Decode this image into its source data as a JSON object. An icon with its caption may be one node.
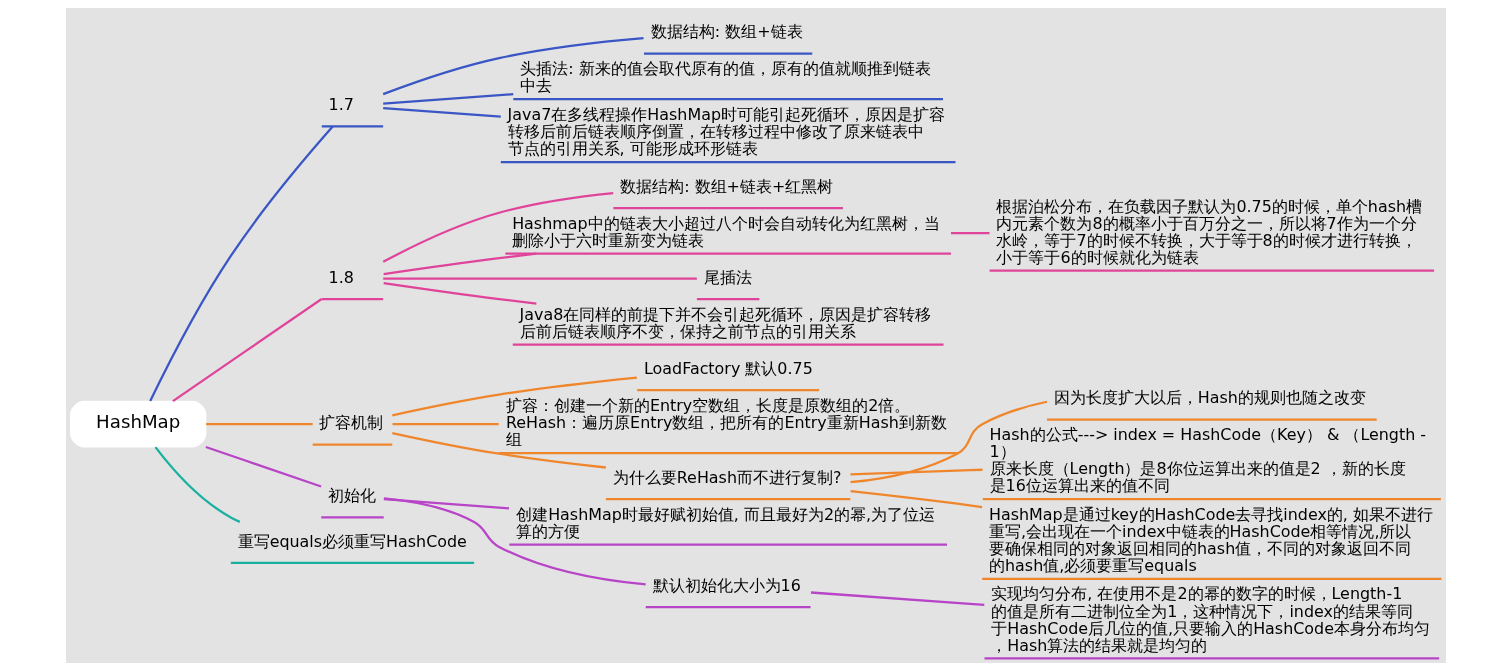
{
  "diagram": {
    "nodes": [
      {
        "text": [
          "HashMap"
        ]
      },
      {
        "text": [
          "1.7"
        ]
      },
      {
        "text": [
          "数据结构: 数组+链表"
        ]
      },
      {
        "text": [
          "头插法: 新来的值会取代原有的值，原有的值就顺推到链表中去"
        ]
      },
      {
        "text": [
          "Java7在多线程操作HashMap时可能引起死循环，原因是扩容转移后前后链表顺序倒置，在转移过程中修改了原来链表中节点的引用关系, 可能形成环形链表"
        ]
      },
      {
        "text": [
          "1.8"
        ]
      },
      {
        "text": [
          "数据结构: 数组+链表+红黑树"
        ]
      },
      {
        "text": [
          "Hashmap中的链表大小超过八个时会自动转化为红黑树，当删除小于六时重新变为链表"
        ]
      },
      {
        "text": [
          "根据泊松分布，在负载因子默认为0.75的时候，单个hash槽内元素个数为8的概率小于百万分之一，所以将7作为一个分水岭，等于7的时候不转换，大于等于8的时候才进行转换，小于等于6的时候就化为链表"
        ]
      },
      {
        "text": [
          "尾插法"
        ]
      },
      {
        "text": [
          "Java8在同样的前提下并不会引起死循环，原因是扩容转移后前后链表顺序不变，保持之前节点的引用关系"
        ]
      },
      {
        "text": [
          "扩容机制"
        ]
      },
      {
        "text": [
          "LoadFactory 默认0.75"
        ]
      },
      {
        "text": [
          "扩容：创建一个新的Entry空数组，长度是原数组的2倍。",
          "ReHash：遍历原Entry数组，把所有的Entry重新Hash到新数组"
        ]
      },
      {
        "text": [
          "为什么要ReHash而不进行复制?"
        ]
      },
      {
        "text": [
          "因为长度扩大以后，Hash的规则也随之改变"
        ]
      },
      {
        "text": [
          "Hash的公式---> index = HashCode（Key） & （Length - 1）",
          "原来长度（Length）是8你位运算出来的值是2 ，新的长度是16位运算出来的值不同"
        ]
      },
      {
        "text": [
          "HashMap是通过key的HashCode去寻找index的, 如果不进行重写,会出现在一个index中链表的HashCode相等情况,所以要确保相同的对象返回相同的hash值，不同的对象返回不同的hash值,必须要重写equals"
        ]
      },
      {
        "text": [
          "初始化"
        ]
      },
      {
        "text": [
          "创建HashMap时最好赋初始值, 而且最好为2的幂,为了位运算的方便"
        ]
      },
      {
        "text": [
          "默认初始化大小为16"
        ]
      },
      {
        "text": [
          "实现均匀分布, 在使用不是2的幂的数字的时候，Length-1的值是所有二进制位全为1，这种情况下，index的结果等同于HashCode后几位的值,只要输入的HashCode本身分布均匀，Hash算法的结果就是均匀的"
        ]
      },
      {
        "text": [
          "重写equals必须重写HashCode"
        ]
      }
    ],
    "edges": [
      {
        "from": 0,
        "to": 1,
        "arrow": "none",
        "color": "#3a56c5"
      },
      {
        "from": 1,
        "to": 2,
        "arrow": "none",
        "color": "#3a56c5"
      },
      {
        "from": 1,
        "to": 3,
        "arrow": "none",
        "color": "#3a56c5"
      },
      {
        "from": 1,
        "to": 4,
        "arrow": "none",
        "color": "#3a56c5"
      },
      {
        "from": 0,
        "to": 5,
        "arrow": "none",
        "color": "#e0449a"
      },
      {
        "from": 5,
        "to": 6,
        "arrow": "none",
        "color": "#e0449a"
      },
      {
        "from": 5,
        "to": 7,
        "arrow": "none",
        "color": "#e0449a"
      },
      {
        "from": 7,
        "to": 8,
        "arrow": "none",
        "color": "#e0449a"
      },
      {
        "from": 5,
        "to": 9,
        "arrow": "none",
        "color": "#e0449a"
      },
      {
        "from": 5,
        "to": 10,
        "arrow": "none",
        "color": "#e0449a"
      },
      {
        "from": 0,
        "to": 11,
        "arrow": "none"
      },
      {
        "from": 11,
        "to": 12,
        "arrow": "none"
      },
      {
        "from": 11,
        "to": 13,
        "arrow": "none"
      },
      {
        "from": 11,
        "to": 14,
        "arrow": "none"
      },
      {
        "from": 14,
        "to": 15,
        "arrow": "none"
      },
      {
        "from": 14,
        "to": 16,
        "arrow": "none"
      },
      {
        "from": 14,
        "to": 17,
        "arrow": "none"
      },
      {
        "from": 0,
        "to": 18,
        "arrow": "none",
        "color": "#b844c8"
      },
      {
        "from": 18,
        "to": 19,
        "arrow": "none",
        "color": "#b844c8"
      },
      {
        "from": 18,
        "to": 20,
        "arrow": "none",
        "color": "#b844c8"
      },
      {
        "from": 20,
        "to": 21,
        "arrow": "none",
        "color": "#b844c8"
      },
      {
        "from": 0,
        "to": 22,
        "arrow": "none",
        "color": "#1ab0a0"
      }
    ]
  }
}
